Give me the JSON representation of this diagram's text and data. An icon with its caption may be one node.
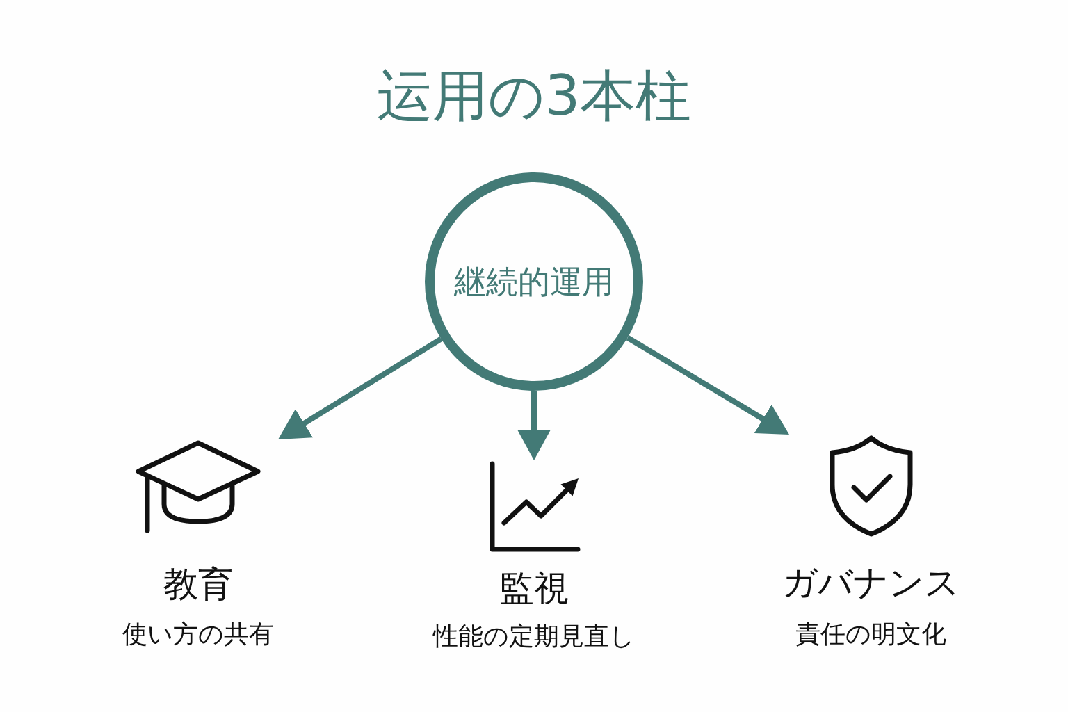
{
  "diagram": {
    "title": "运用の3本柱",
    "nodes": [
      {
        "text": [
          "継続的運用"
        ]
      },
      {
        "text": [
          "教育",
          "使い方の共有"
        ]
      },
      {
        "text": [
          "監視",
          "性能の定期見直し"
        ]
      },
      {
        "text": [
          "ガバナンス",
          "責任の明文化"
        ]
      }
    ],
    "edges": [
      {
        "from": 0,
        "to": 1,
        "arrow": "to"
      },
      {
        "from": 0,
        "to": 2,
        "arrow": "to"
      },
      {
        "from": 0,
        "to": 3,
        "arrow": "to"
      }
    ]
  }
}
